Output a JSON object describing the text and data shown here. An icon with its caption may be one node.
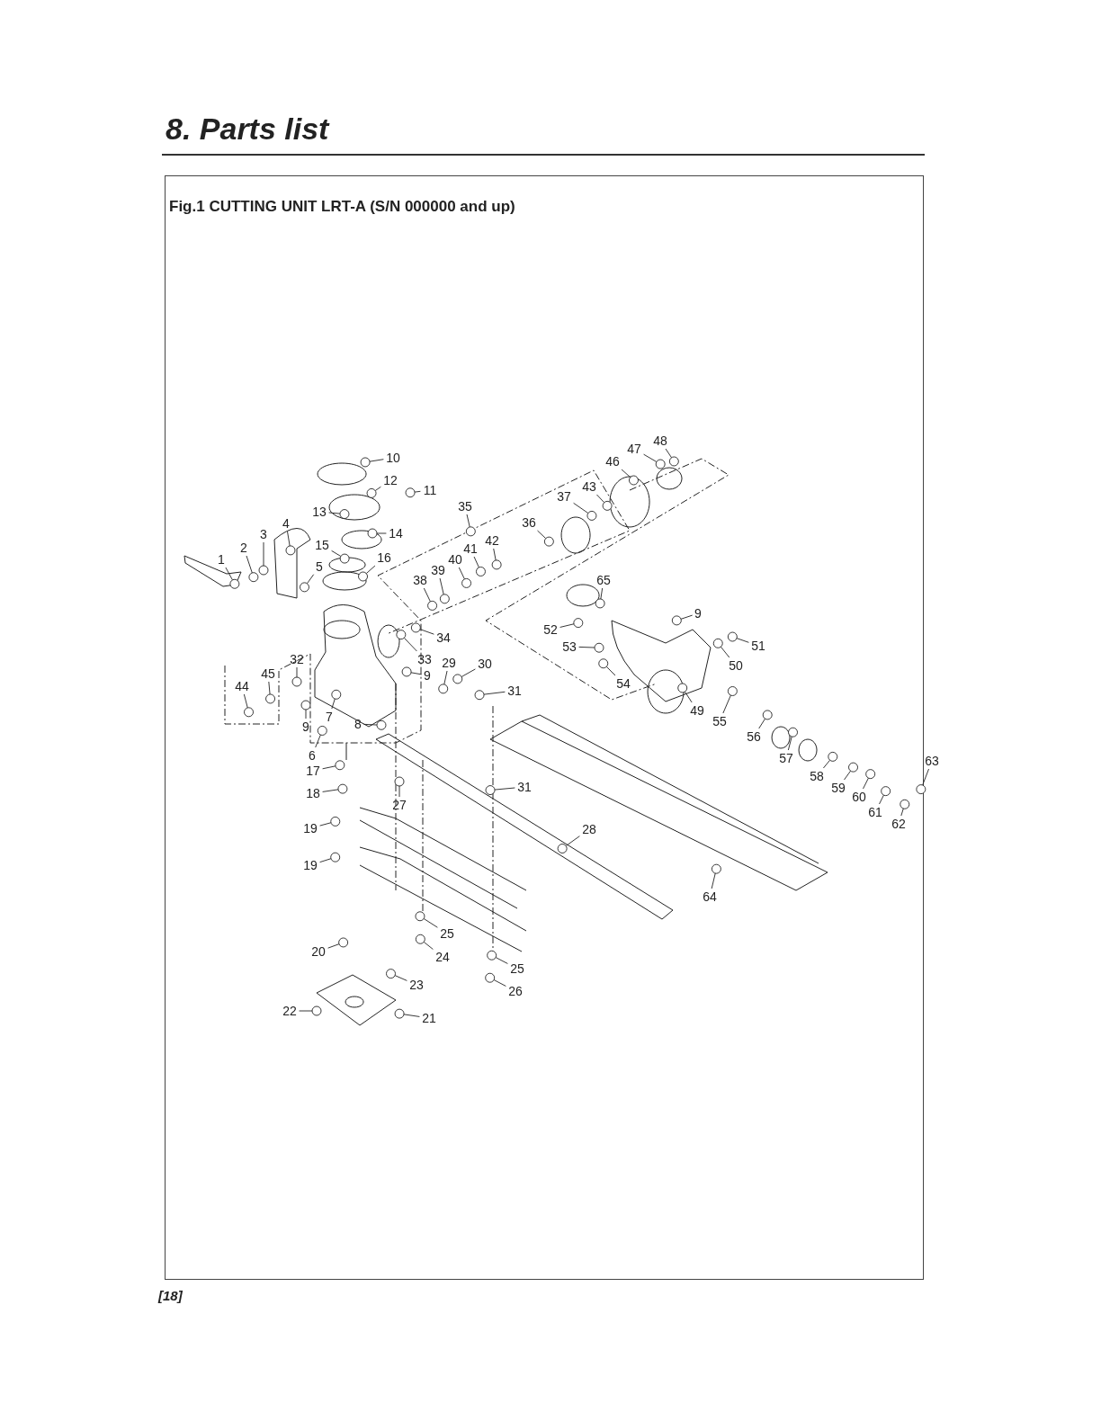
{
  "diagram": {
    "title": "8. Parts list",
    "nodes": [
      {
        "text": [
          "1"
        ]
      },
      {
        "text": [
          "2"
        ]
      },
      {
        "text": [
          "3"
        ]
      },
      {
        "text": [
          "4"
        ]
      },
      {
        "text": [
          "5"
        ]
      },
      {
        "text": [
          "6"
        ]
      },
      {
        "text": [
          "7"
        ]
      },
      {
        "text": [
          "8"
        ]
      },
      {
        "text": [
          "9"
        ]
      },
      {
        "text": [
          "9"
        ]
      },
      {
        "text": [
          "9"
        ]
      },
      {
        "text": [
          "10"
        ]
      },
      {
        "text": [
          "11"
        ]
      },
      {
        "text": [
          "12"
        ]
      },
      {
        "text": [
          "13"
        ]
      },
      {
        "text": [
          "14"
        ]
      },
      {
        "text": [
          "15"
        ]
      },
      {
        "text": [
          "16"
        ]
      },
      {
        "text": [
          "17"
        ]
      },
      {
        "text": [
          "18"
        ]
      },
      {
        "text": [
          "19"
        ]
      },
      {
        "text": [
          "19"
        ]
      },
      {
        "text": [
          "20"
        ]
      },
      {
        "text": [
          "21"
        ]
      },
      {
        "text": [
          "22"
        ]
      },
      {
        "text": [
          "23"
        ]
      },
      {
        "text": [
          "24"
        ]
      },
      {
        "text": [
          "25"
        ]
      },
      {
        "text": [
          "25"
        ]
      },
      {
        "text": [
          "26"
        ]
      },
      {
        "text": [
          "27"
        ]
      },
      {
        "text": [
          "28"
        ]
      },
      {
        "text": [
          "29"
        ]
      },
      {
        "text": [
          "30"
        ]
      },
      {
        "text": [
          "31"
        ]
      },
      {
        "text": [
          "31"
        ]
      },
      {
        "text": [
          "32"
        ]
      },
      {
        "text": [
          "33"
        ]
      },
      {
        "text": [
          "34"
        ]
      },
      {
        "text": [
          "35"
        ]
      },
      {
        "text": [
          "36"
        ]
      },
      {
        "text": [
          "37"
        ]
      },
      {
        "text": [
          "38"
        ]
      },
      {
        "text": [
          "39"
        ]
      },
      {
        "text": [
          "40"
        ]
      },
      {
        "text": [
          "41"
        ]
      },
      {
        "text": [
          "42"
        ]
      },
      {
        "text": [
          "43"
        ]
      },
      {
        "text": [
          "44"
        ]
      },
      {
        "text": [
          "45"
        ]
      },
      {
        "text": [
          "46"
        ]
      },
      {
        "text": [
          "47"
        ]
      },
      {
        "text": [
          "48"
        ]
      },
      {
        "text": [
          "49"
        ]
      },
      {
        "text": [
          "50"
        ]
      },
      {
        "text": [
          "51"
        ]
      },
      {
        "text": [
          "52"
        ]
      },
      {
        "text": [
          "53"
        ]
      },
      {
        "text": [
          "54"
        ]
      },
      {
        "text": [
          "55"
        ]
      },
      {
        "text": [
          "56"
        ]
      },
      {
        "text": [
          "57"
        ]
      },
      {
        "text": [
          "58"
        ]
      },
      {
        "text": [
          "59"
        ]
      },
      {
        "text": [
          "60"
        ]
      },
      {
        "text": [
          "61"
        ]
      },
      {
        "text": [
          "62"
        ]
      },
      {
        "text": [
          "63"
        ]
      },
      {
        "text": [
          "64"
        ]
      },
      {
        "text": [
          "65"
        ]
      },
      {
        "text": [],
        "shape": "circle"
      },
      {
        "text": [],
        "shape": "circle"
      },
      {
        "text": [],
        "shape": "circle"
      },
      {
        "text": [],
        "shape": "circle"
      },
      {
        "text": [],
        "shape": "circle"
      },
      {
        "text": [],
        "shape": "circle"
      },
      {
        "text": [],
        "shape": "circle"
      },
      {
        "text": [],
        "shape": "circle"
      },
      {
        "text": [],
        "shape": "circle"
      },
      {
        "text": [],
        "shape": "circle"
      },
      {
        "text": [],
        "shape": "circle"
      },
      {
        "text": [],
        "shape": "circle"
      },
      {
        "text": [],
        "shape": "circle"
      },
      {
        "text": [],
        "shape": "circle"
      },
      {
        "text": [],
        "shape": "circle"
      },
      {
        "text": [],
        "shape": "circle"
      },
      {
        "text": [],
        "shape": "circle"
      },
      {
        "text": [],
        "shape": "circle"
      },
      {
        "text": [],
        "shape": "circle"
      },
      {
        "text": [],
        "shape": "circle"
      },
      {
        "text": [],
        "shape": "circle"
      },
      {
        "text": [],
        "shape": "circle"
      },
      {
        "text": [],
        "shape": "circle"
      },
      {
        "text": [],
        "shape": "circle"
      },
      {
        "text": [],
        "shape": "circle"
      },
      {
        "text": [],
        "shape": "circle"
      },
      {
        "text": [],
        "shape": "circle"
      },
      {
        "text": [],
        "shape": "circle"
      },
      {
        "text": [],
        "shape": "circle"
      },
      {
        "text": [],
        "shape": "circle"
      },
      {
        "text": [],
        "shape": "circle"
      },
      {
        "text": [],
        "shape": "circle"
      },
      {
        "text": [],
        "shape": "circle"
      },
      {
        "text": [],
        "shape": "circle"
      },
      {
        "text": [],
        "shape": "circle"
      },
      {
        "text": [],
        "shape": "circle"
      },
      {
        "text": [],
        "shape": "circle"
      },
      {
        "text": [],
        "shape": "circle"
      },
      {
        "text": [],
        "shape": "circle"
      },
      {
        "text": [],
        "shape": "circle"
      },
      {
        "text": [],
        "shape": "circle"
      },
      {
        "text": [],
        "shape": "circle"
      },
      {
        "text": [],
        "shape": "circle"
      },
      {
        "text": [],
        "shape": "circle"
      },
      {
        "text": [],
        "shape": "circle"
      },
      {
        "text": [],
        "shape": "circle"
      },
      {
        "text": [],
        "shape": "circle"
      },
      {
        "text": [],
        "shape": "circle"
      },
      {
        "text": [],
        "shape": "circle"
      },
      {
        "text": [],
        "shape": "circle"
      },
      {
        "text": [],
        "shape": "circle"
      },
      {
        "text": [],
        "shape": "circle"
      },
      {
        "text": [],
        "shape": "circle"
      },
      {
        "text": [],
        "shape": "circle"
      },
      {
        "text": [],
        "shape": "circle"
      },
      {
        "text": [],
        "shape": "circle"
      },
      {
        "text": [],
        "shape": "circle"
      },
      {
        "text": [],
        "shape": "circle"
      },
      {
        "text": [],
        "shape": "circle"
      },
      {
        "text": [],
        "shape": "circle"
      },
      {
        "text": [],
        "shape": "circle"
      },
      {
        "text": [],
        "shape": "circle"
      },
      {
        "text": [],
        "shape": "circle"
      },
      {
        "text": [],
        "shape": "circle"
      },
      {
        "text": [],
        "shape": "circle"
      },
      {
        "text": [],
        "shape": "circle"
      },
      {
        "text": [],
        "shape": "circle"
      },
      {
        "text": [],
        "shape": "circle"
      },
      {
        "text": [],
        "shape": "circle"
      },
      {
        "text": [],
        "shape": "circle"
      }
    ],
    "edges": [
      {
        "from": 0,
        "to": 70,
        "arrow": "none"
      },
      {
        "from": 1,
        "to": 71,
        "arrow": "none"
      },
      {
        "from": 2,
        "to": 72,
        "arrow": "none"
      },
      {
        "from": 3,
        "to": 73,
        "arrow": "none"
      },
      {
        "from": 4,
        "to": 74,
        "arrow": "none"
      },
      {
        "from": 5,
        "to": 75,
        "arrow": "none"
      },
      {
        "from": 6,
        "to": 76,
        "arrow": "none"
      },
      {
        "from": 7,
        "to": 77,
        "arrow": "none"
      },
      {
        "from": 8,
        "to": 78,
        "arrow": "none"
      },
      {
        "from": 9,
        "to": 79,
        "arrow": "none"
      },
      {
        "from": 10,
        "to": 80,
        "arrow": "none"
      },
      {
        "from": 11,
        "to": 81,
        "arrow": "none"
      },
      {
        "from": 12,
        "to": 82,
        "arrow": "none"
      },
      {
        "from": 13,
        "to": 83,
        "arrow": "none"
      },
      {
        "from": 14,
        "to": 84,
        "arrow": "none"
      },
      {
        "from": 15,
        "to": 85,
        "arrow": "none"
      },
      {
        "from": 16,
        "to": 86,
        "arrow": "none"
      },
      {
        "from": 17,
        "to": 87,
        "arrow": "none"
      },
      {
        "from": 18,
        "to": 88,
        "arrow": "none"
      },
      {
        "from": 19,
        "to": 89,
        "arrow": "none"
      },
      {
        "from": 20,
        "to": 90,
        "arrow": "none"
      },
      {
        "from": 21,
        "to": 91,
        "arrow": "none"
      },
      {
        "from": 22,
        "to": 92,
        "arrow": "none"
      },
      {
        "from": 23,
        "to": 93,
        "arrow": "none"
      },
      {
        "from": 24,
        "to": 94,
        "arrow": "none"
      },
      {
        "from": 25,
        "to": 95,
        "arrow": "none"
      },
      {
        "from": 26,
        "to": 96,
        "arrow": "none"
      },
      {
        "from": 27,
        "to": 97,
        "arrow": "none"
      },
      {
        "from": 28,
        "to": 98,
        "arrow": "none"
      },
      {
        "from": 29,
        "to": 99,
        "arrow": "none"
      },
      {
        "from": 30,
        "to": 100,
        "arrow": "none"
      },
      {
        "from": 31,
        "to": 101,
        "arrow": "none"
      },
      {
        "from": 32,
        "to": 102,
        "arrow": "none"
      },
      {
        "from": 33,
        "to": 103,
        "arrow": "none"
      },
      {
        "from": 34,
        "to": 104,
        "arrow": "none"
      },
      {
        "from": 35,
        "to": 105,
        "arrow": "none"
      },
      {
        "from": 36,
        "to": 106,
        "arrow": "none"
      },
      {
        "from": 37,
        "to": 107,
        "arrow": "none"
      },
      {
        "from": 38,
        "to": 108,
        "arrow": "none"
      },
      {
        "from": 39,
        "to": 109,
        "arrow": "none"
      },
      {
        "from": 40,
        "to": 110,
        "arrow": "none"
      },
      {
        "from": 41,
        "to": 111,
        "arrow": "none"
      },
      {
        "from": 42,
        "to": 112,
        "arrow": "none"
      },
      {
        "from": 43,
        "to": 113,
        "arrow": "none"
      },
      {
        "from": 44,
        "to": 114,
        "arrow": "none"
      },
      {
        "from": 45,
        "to": 115,
        "arrow": "none"
      },
      {
        "from": 46,
        "to": 116,
        "arrow": "none"
      },
      {
        "from": 47,
        "to": 117,
        "arrow": "none"
      },
      {
        "from": 48,
        "to": 118,
        "arrow": "none"
      },
      {
        "from": 49,
        "to": 119,
        "arrow": "none"
      },
      {
        "from": 50,
        "to": 120,
        "arrow": "none"
      },
      {
        "from": 51,
        "to": 121,
        "arrow": "none"
      },
      {
        "from": 52,
        "to": 122,
        "arrow": "none"
      },
      {
        "from": 53,
        "to": 123,
        "arrow": "none"
      },
      {
        "from": 54,
        "to": 124,
        "arrow": "none"
      },
      {
        "from": 55,
        "to": 125,
        "arrow": "none"
      },
      {
        "from": 56,
        "to": 126,
        "arrow": "none"
      },
      {
        "from": 57,
        "to": 127,
        "arrow": "none"
      },
      {
        "from": 58,
        "to": 128,
        "arrow": "none"
      },
      {
        "from": 59,
        "to": 129,
        "arrow": "none"
      },
      {
        "from": 60,
        "to": 130,
        "arrow": "none"
      },
      {
        "from": 61,
        "to": 131,
        "arrow": "none"
      },
      {
        "from": 62,
        "to": 132,
        "arrow": "none"
      },
      {
        "from": 63,
        "to": 133,
        "arrow": "none"
      },
      {
        "from": 64,
        "to": 134,
        "arrow": "none"
      },
      {
        "from": 65,
        "to": 135,
        "arrow": "none"
      },
      {
        "from": 66,
        "to": 136,
        "arrow": "none"
      },
      {
        "from": 67,
        "to": 137,
        "arrow": "none"
      },
      {
        "from": 68,
        "to": 138,
        "arrow": "none"
      },
      {
        "from": 69,
        "to": 139,
        "arrow": "none"
      }
    ],
    "labels": [
      "Fig.1 CUTTING UNIT  LRT-A (S/N 000000 and up)",
      "[18]"
    ]
  }
}
